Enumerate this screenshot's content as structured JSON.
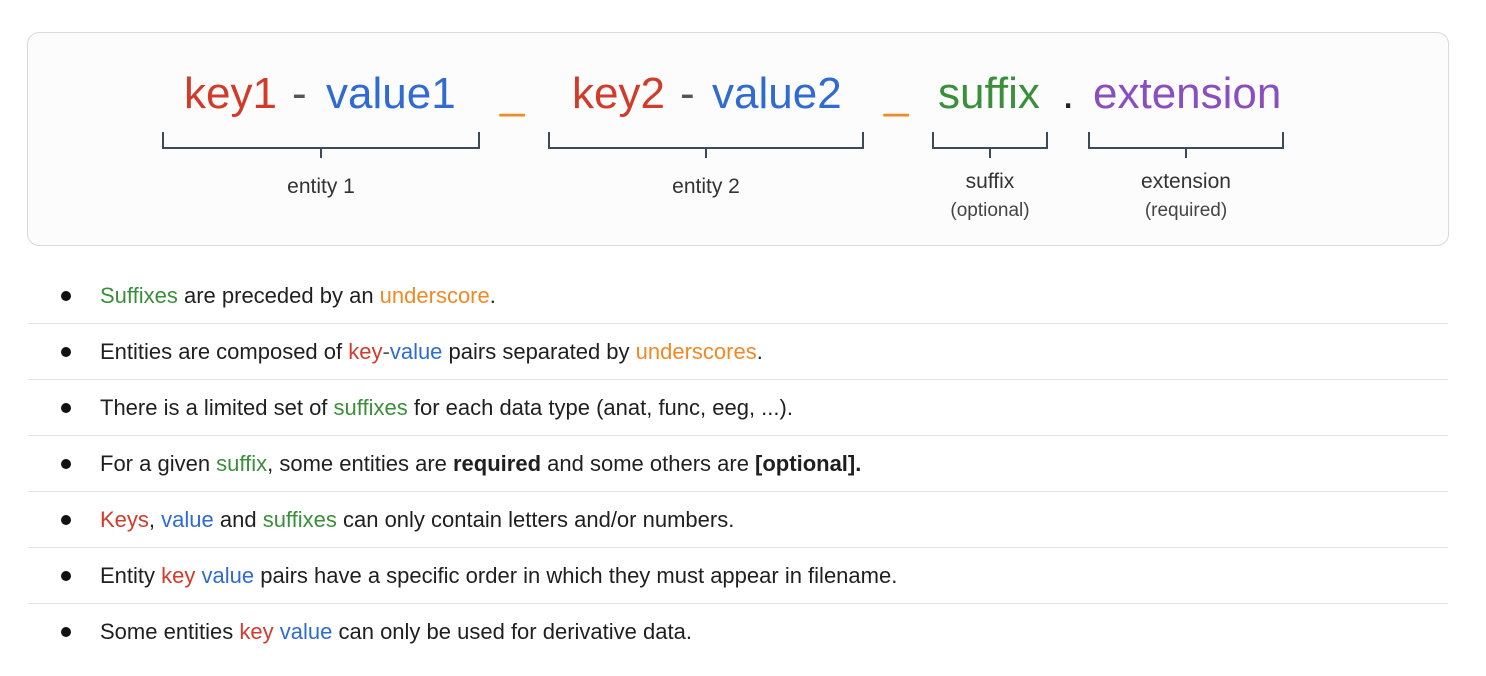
{
  "diagram": {
    "tokens": {
      "key1": "key1",
      "dash1": "-",
      "value1": "value1",
      "underscore1": "_",
      "key2": "key2",
      "dash2": "-",
      "value2": "value2",
      "underscore2": "_",
      "suffix": "suffix",
      "dot": ".",
      "extension": "extension"
    },
    "labels": {
      "entity1": "entity 1",
      "entity2": "entity 2",
      "suffix": "suffix",
      "suffix_note": "(optional)",
      "extension": "extension",
      "extension_note": "(required)"
    }
  },
  "rules": [
    {
      "parts": [
        {
          "t": "Suffixes",
          "c": "green"
        },
        {
          "t": " are preceded by an "
        },
        {
          "t": "underscore",
          "c": "orange"
        },
        {
          "t": "."
        }
      ]
    },
    {
      "parts": [
        {
          "t": "Entities are composed of "
        },
        {
          "t": "key",
          "c": "red"
        },
        {
          "t": "-",
          "c": "gray"
        },
        {
          "t": "value",
          "c": "blue"
        },
        {
          "t": " pairs separated by "
        },
        {
          "t": "underscores",
          "c": "orange"
        },
        {
          "t": "."
        }
      ]
    },
    {
      "parts": [
        {
          "t": "There is a limited set of "
        },
        {
          "t": "suffixes",
          "c": "green"
        },
        {
          "t": " for each data type (anat, func, eeg, ...)."
        }
      ]
    },
    {
      "parts": [
        {
          "t": "For a given "
        },
        {
          "t": "suffix",
          "c": "green"
        },
        {
          "t": ", some entities are "
        },
        {
          "t": "required",
          "b": true
        },
        {
          "t": " and some others are "
        },
        {
          "t": "[optional].",
          "b": true
        }
      ]
    },
    {
      "parts": [
        {
          "t": "Keys",
          "c": "red"
        },
        {
          "t": ", "
        },
        {
          "t": "value",
          "c": "blue"
        },
        {
          "t": " and "
        },
        {
          "t": "suffixes",
          "c": "green"
        },
        {
          "t": " can only contain letters and/or numbers."
        }
      ]
    },
    {
      "parts": [
        {
          "t": "Entity "
        },
        {
          "t": "key",
          "c": "red"
        },
        {
          "t": " "
        },
        {
          "t": "value",
          "c": "blue"
        },
        {
          "t": " pairs have a specific order in which they must appear in filename."
        }
      ]
    },
    {
      "parts": [
        {
          "t": "Some entities "
        },
        {
          "t": "key",
          "c": "red"
        },
        {
          "t": " "
        },
        {
          "t": "value",
          "c": "blue"
        },
        {
          "t": " can only be used for derivative data."
        }
      ]
    }
  ]
}
